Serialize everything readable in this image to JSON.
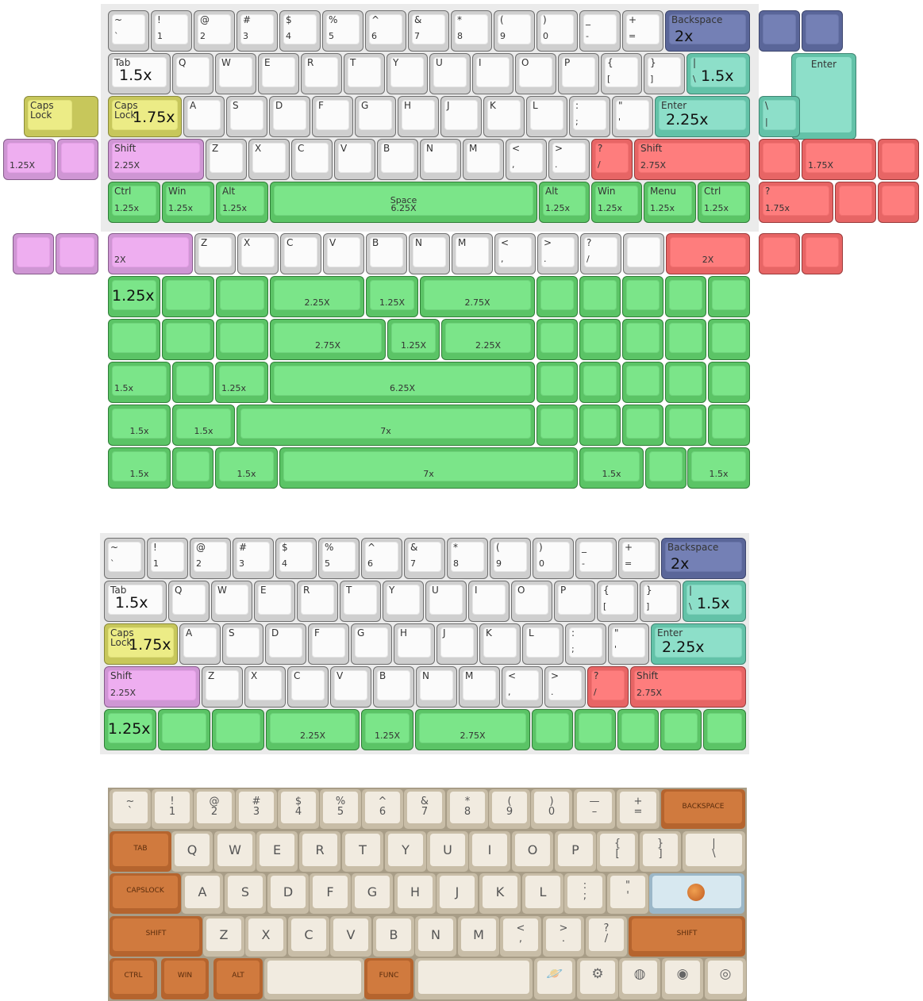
{
  "labels": {
    "tilde": "~",
    "backtick": "`",
    "excl": "!",
    "one": "1",
    "at": "@",
    "two": "2",
    "hash": "#",
    "three": "3",
    "dollar": "$",
    "four": "4",
    "pct": "%",
    "five": "5",
    "caret": "^",
    "six": "6",
    "amp": "&",
    "seven": "7",
    "star": "*",
    "eight": "8",
    "lparen": "(",
    "nine": "9",
    "rparen": ")",
    "zero": "0",
    "under": "_",
    "minus": "-",
    "plus": "+",
    "equals": "=",
    "backspace": "Backspace",
    "tab": "Tab",
    "caps": "Caps\nLock",
    "capsA": "Caps",
    "lock": "Lock",
    "enter": "Enter",
    "shift": "Shift",
    "ctrl": "Ctrl",
    "win": "Win",
    "alt": "Alt",
    "menu": "Menu",
    "space": "Space",
    "q": "Q",
    "w": "W",
    "e": "E",
    "r": "R",
    "t": "T",
    "y": "Y",
    "u": "U",
    "i": "I",
    "o": "O",
    "p": "P",
    "lbrace": "{",
    "lbracket": "[",
    "rbrace": "}",
    "rbracket": "]",
    "pipe": "|",
    "backslash": "\\",
    "a": "A",
    "s": "S",
    "d": "D",
    "f": "F",
    "g": "G",
    "h": "H",
    "j": "J",
    "k": "K",
    "l": "L",
    "colon": ":",
    "semicolon": ";",
    "dquote": "\"",
    "squote": "'",
    "z": "Z",
    "x": "X",
    "c": "C",
    "v": "V",
    "b": "B",
    "n": "N",
    "m": "M",
    "lt": "<",
    "comma": ",",
    "gt": ">",
    "period": ".",
    "question": "?",
    "slash": "/"
  },
  "sizes": {
    "s2x": "2x",
    "s15x": "1.5x",
    "s175x": "1.75x",
    "s225x": "2.25x",
    "s125X": "1.25X",
    "s175X": "1.75X",
    "s225X": "2.25X",
    "s275X": "2.75X",
    "s2X": "2X",
    "s625X": "6.25X",
    "s125": "1.25x",
    "s175lc": "1.75x",
    "s15": "1.5x",
    "s7": "7x",
    "s125b": "1.25x"
  },
  "photo": {
    "backspace": "BACKSPACE",
    "tab": "TAB",
    "capslock": "CAPSLOCK",
    "shift": "SHIFT",
    "ctrl": "CTRL",
    "win": "WIN",
    "alt": "ALT",
    "func": "FUNC",
    "row0": [
      [
        "~",
        "`"
      ],
      [
        "!",
        "1"
      ],
      [
        "@",
        "2"
      ],
      [
        "#",
        "3"
      ],
      [
        "$",
        "4"
      ],
      [
        "%",
        "5"
      ],
      [
        "^",
        "6"
      ],
      [
        "&",
        "7"
      ],
      [
        "*",
        "8"
      ],
      [
        "(",
        "9"
      ],
      [
        ")",
        "0"
      ],
      [
        "—",
        "–"
      ],
      [
        "+",
        "="
      ]
    ],
    "row1": [
      "Q",
      "W",
      "E",
      "R",
      "T",
      "Y",
      "U",
      "I",
      "O",
      "P"
    ],
    "row2": [
      "A",
      "S",
      "D",
      "F",
      "G",
      "H",
      "J",
      "K",
      "L"
    ],
    "row3": [
      "Z",
      "X",
      "C",
      "V",
      "B",
      "N",
      "M"
    ]
  },
  "icons": [
    "saturn-icon",
    "gear-icon",
    "planet-icon",
    "globe-icon",
    "earth-icon"
  ]
}
